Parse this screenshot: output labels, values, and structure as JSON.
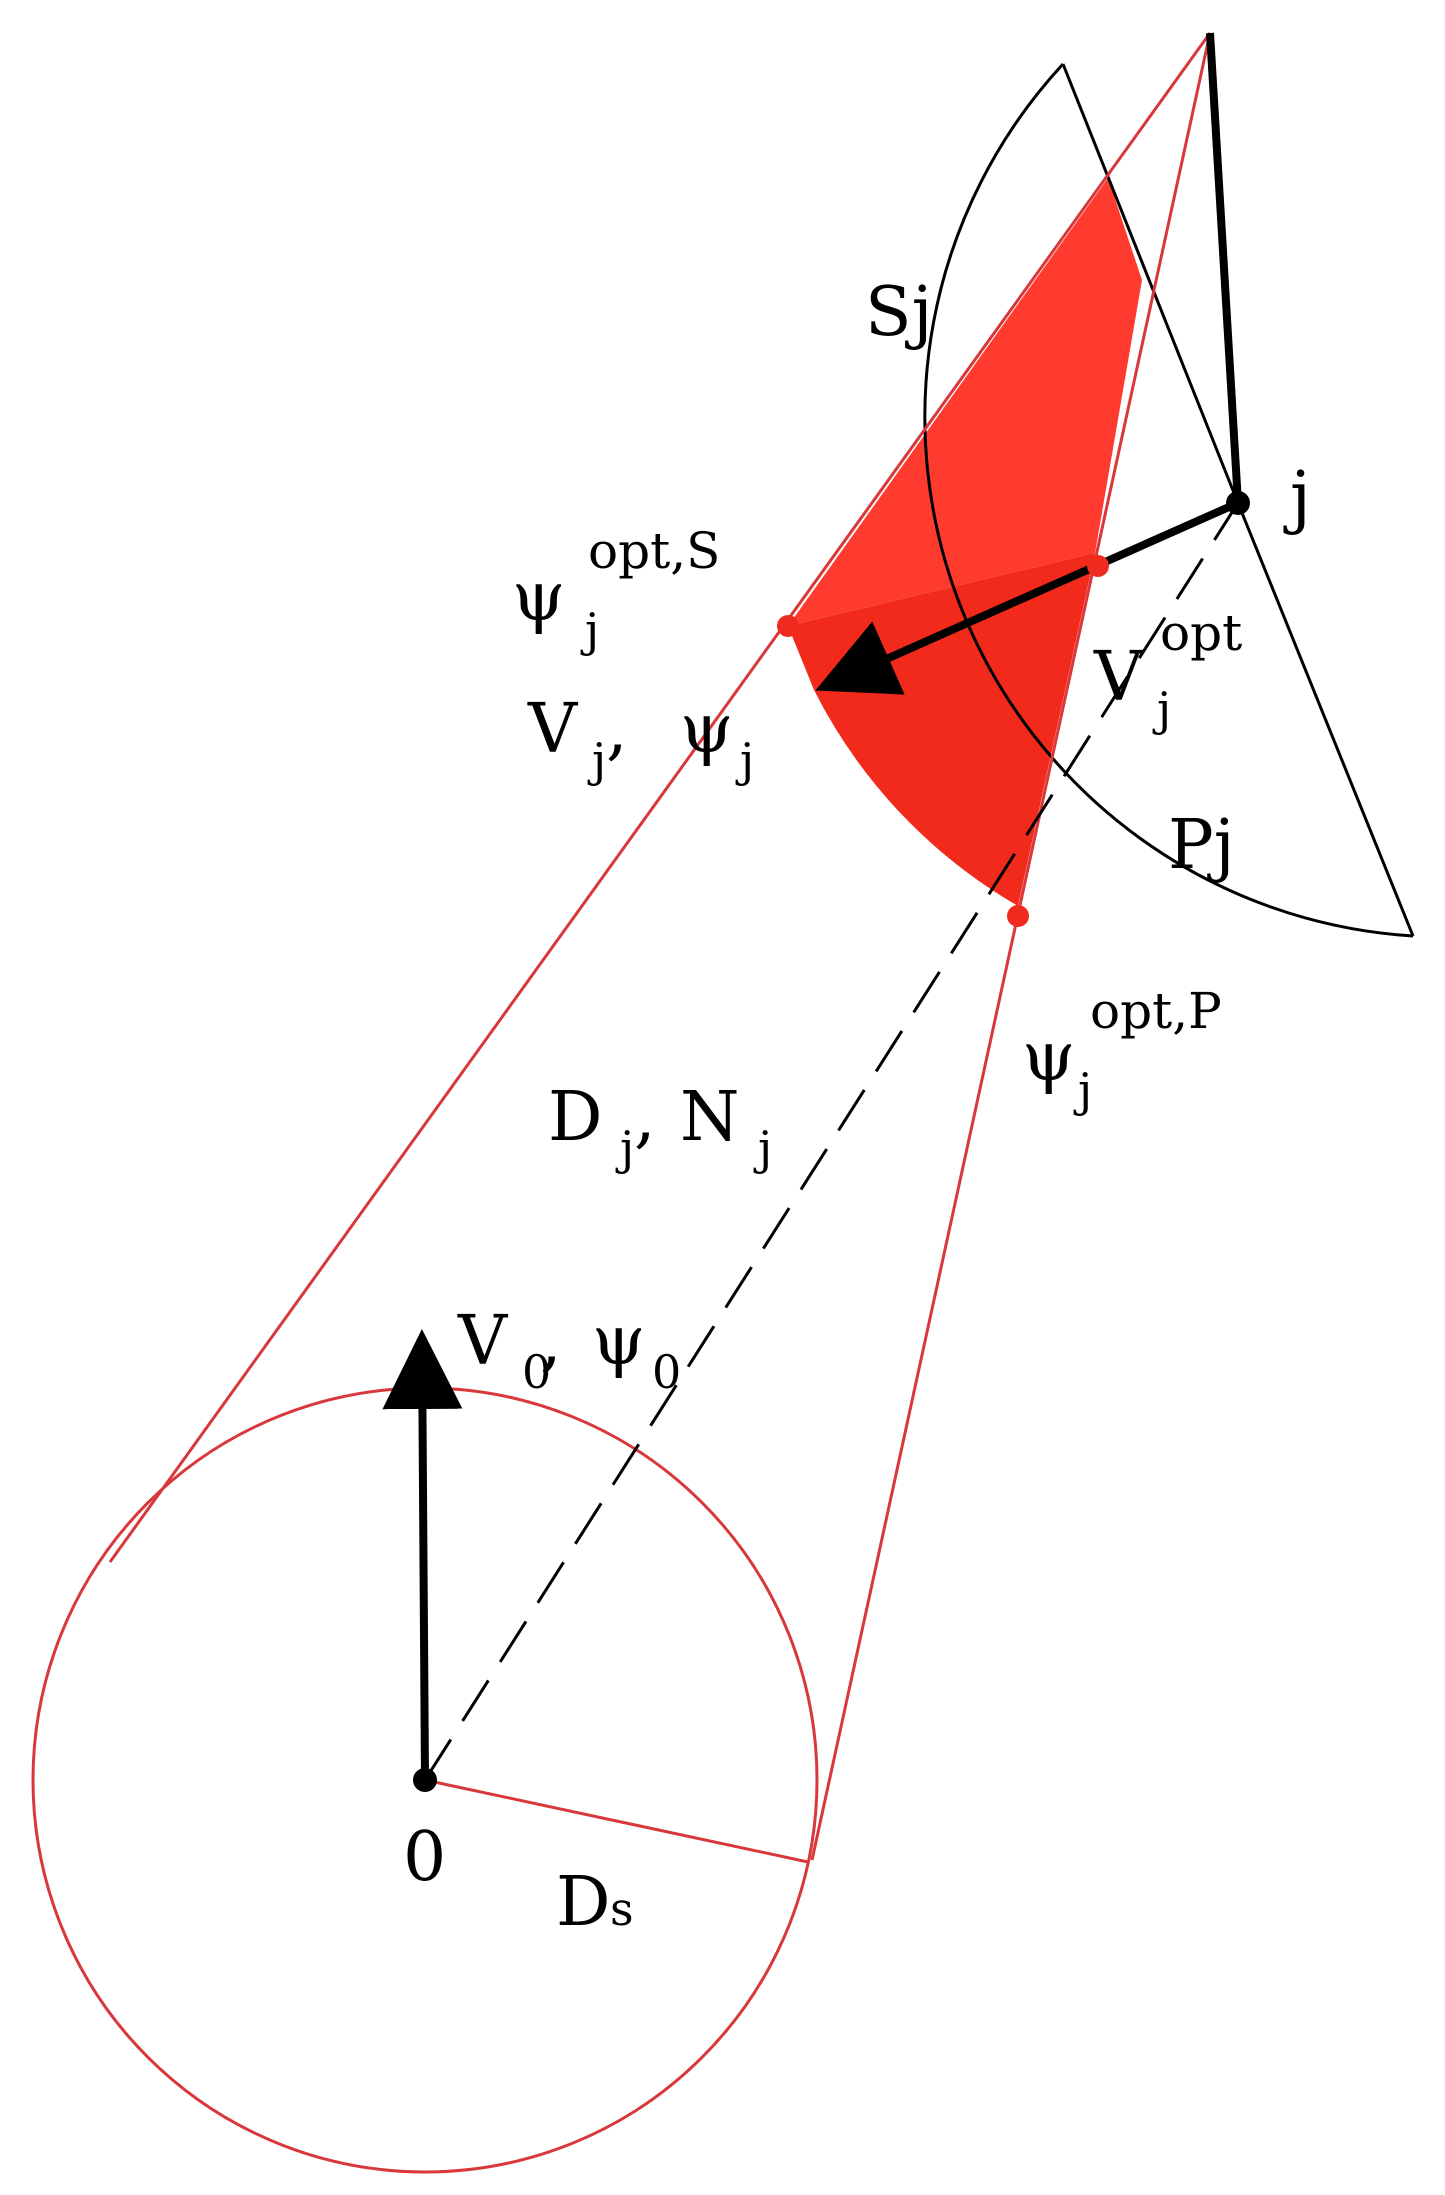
{
  "colors": {
    "red_line": "#d9383a",
    "red_fill": "#ff3b30",
    "red_fill_dark": "#ef2a1f",
    "black": "#000000",
    "background": "#ffffff"
  },
  "labels": {
    "sj": "Sj",
    "j": "j",
    "pj": "Pj",
    "psi_opt_s": {
      "base": "ψ",
      "sub": "j",
      "sup": "opt,S"
    },
    "psi_opt_p": {
      "base": "ψ",
      "sub": "j",
      "sup": "opt,P"
    },
    "v_opt": {
      "base": "V",
      "sub": "j",
      "sup": "opt"
    },
    "vj_psij": {
      "v": "V",
      "v_sub": "j",
      "sep": " , ",
      "psi": "ψ",
      "psi_sub": "j"
    },
    "dj_nj": {
      "d": "D",
      "d_sub": "j",
      "sep": ", ",
      "n": "N",
      "n_sub": "j"
    },
    "v0_psi0": {
      "v": "V",
      "v_sub": "0",
      "sep": ", ",
      "psi": "ψ",
      "psi_sub": "0"
    },
    "origin": "0",
    "ds": {
      "base": "D",
      "sub": "s"
    }
  }
}
